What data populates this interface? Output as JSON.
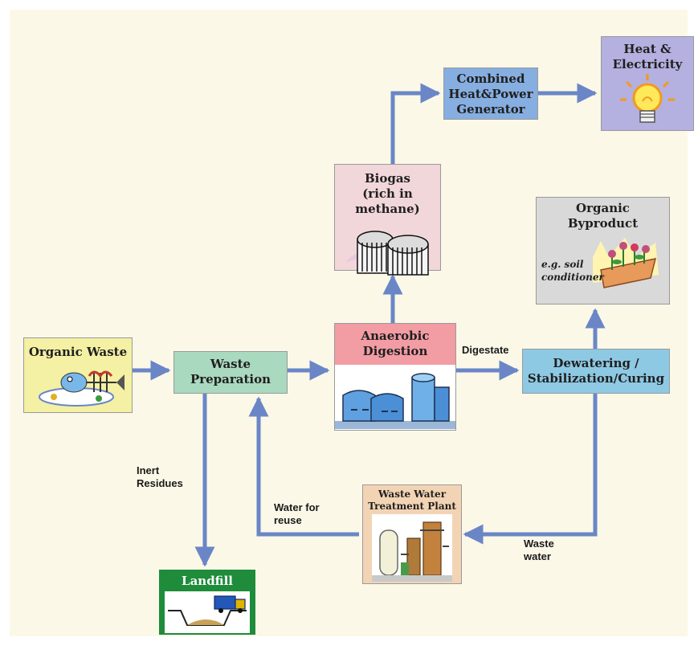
{
  "nodes": {
    "organic_waste": {
      "title": "Organic Waste",
      "color": "#f4f0a4"
    },
    "waste_preparation": {
      "line1": "Waste",
      "line2": "Preparation",
      "color": "#a9d9bf"
    },
    "anaerobic_digestion": {
      "line1": "Anaerobic",
      "line2": "Digestion",
      "color": "#f29ca3"
    },
    "dewatering": {
      "line1": "Dewatering /",
      "line2": "Stabilization/Curing",
      "color": "#8ec9e4"
    },
    "biogas": {
      "line1": "Biogas",
      "line2": "(rich in methane)",
      "color": "#f1d6da"
    },
    "chp": {
      "line1": "Combined",
      "line2": "Heat&Power",
      "line3": "Generator",
      "color": "#86aee0"
    },
    "heat_electricity": {
      "line1": "Heat &",
      "line2": "Electricity",
      "color": "#b4b0e0"
    },
    "organic_byproduct": {
      "line1": "Organic",
      "line2": "Byproduct",
      "note1": "e.g. soil",
      "note2": "conditioner",
      "color": "#d9d9d9"
    },
    "wwtp": {
      "line1": "Waste Water",
      "line2": "Treatment Plant",
      "color": "#f2d4b4"
    },
    "landfill": {
      "title": "Landfill",
      "color": "#1e8c3a"
    }
  },
  "edge_labels": {
    "digestate": "Digestate",
    "inert_1": "Inert",
    "inert_2": "Residues",
    "reuse_1": "Water for",
    "reuse_2": "reuse",
    "waste_water_1": "Waste",
    "waste_water_2": "water"
  },
  "colors": {
    "arrow": "#6a86c6",
    "background": "#fbf8e8"
  }
}
